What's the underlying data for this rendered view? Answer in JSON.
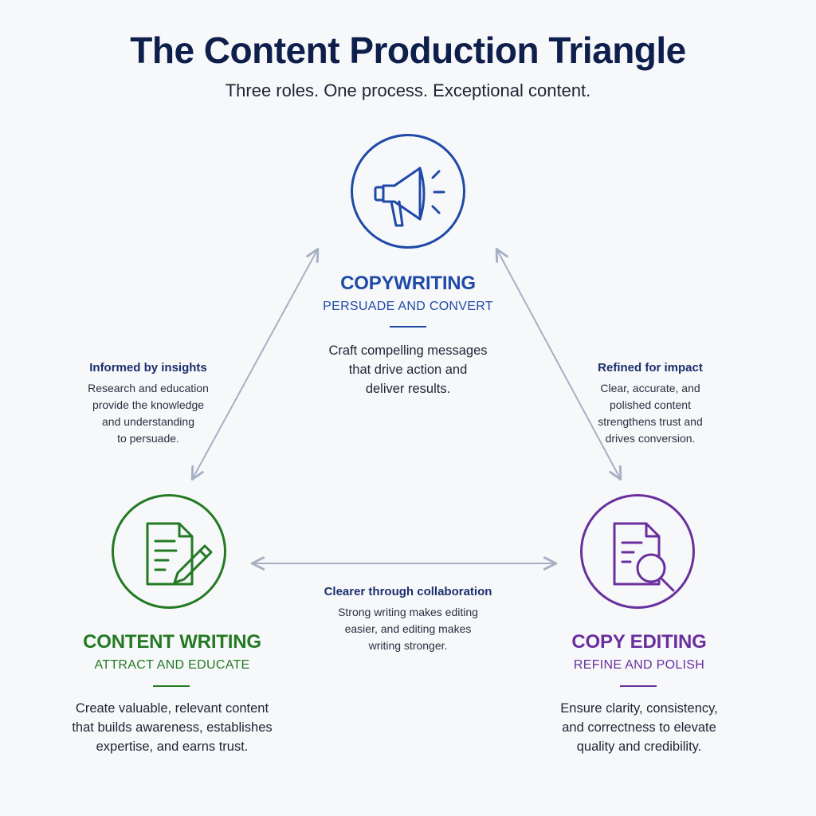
{
  "title": "The Content Production Triangle",
  "subtitle": "Three roles. One process. Exceptional content.",
  "colors": {
    "copywriting": "#1f4aa8",
    "content_writing": "#237a23",
    "copy_editing": "#6a2f9e",
    "arrow": "#a7b0c2",
    "relation_title": "#1b2f6e"
  },
  "roles": {
    "copywriting": {
      "icon": "megaphone-icon",
      "title": "COPYWRITING",
      "subtitle": "PERSUADE AND CONVERT",
      "description": [
        "Craft compelling messages",
        "that drive action and",
        "deliver results."
      ]
    },
    "content_writing": {
      "icon": "document-pencil-icon",
      "title": "CONTENT WRITING",
      "subtitle": "ATTRACT AND EDUCATE",
      "description": [
        "Create valuable, relevant content",
        "that builds awareness, establishes",
        "expertise, and earns trust."
      ]
    },
    "copy_editing": {
      "icon": "document-magnifier-icon",
      "title": "COPY EDITING",
      "subtitle": "REFINE AND POLISH",
      "description": [
        "Ensure clarity, consistency,",
        "and correctness to elevate",
        "quality and credibility."
      ]
    }
  },
  "relations": {
    "left": {
      "title": "Informed by insights",
      "description": [
        "Research and education",
        "provide the knowledge",
        "and understanding",
        "to persuade."
      ]
    },
    "right": {
      "title": "Refined for impact",
      "description": [
        "Clear, accurate, and",
        "polished content",
        "strengthens trust and",
        "drives conversion."
      ]
    },
    "bottom": {
      "title": "Clearer through collaboration",
      "description": [
        "Strong writing makes editing",
        "easier, and editing makes",
        "writing stronger."
      ]
    }
  }
}
